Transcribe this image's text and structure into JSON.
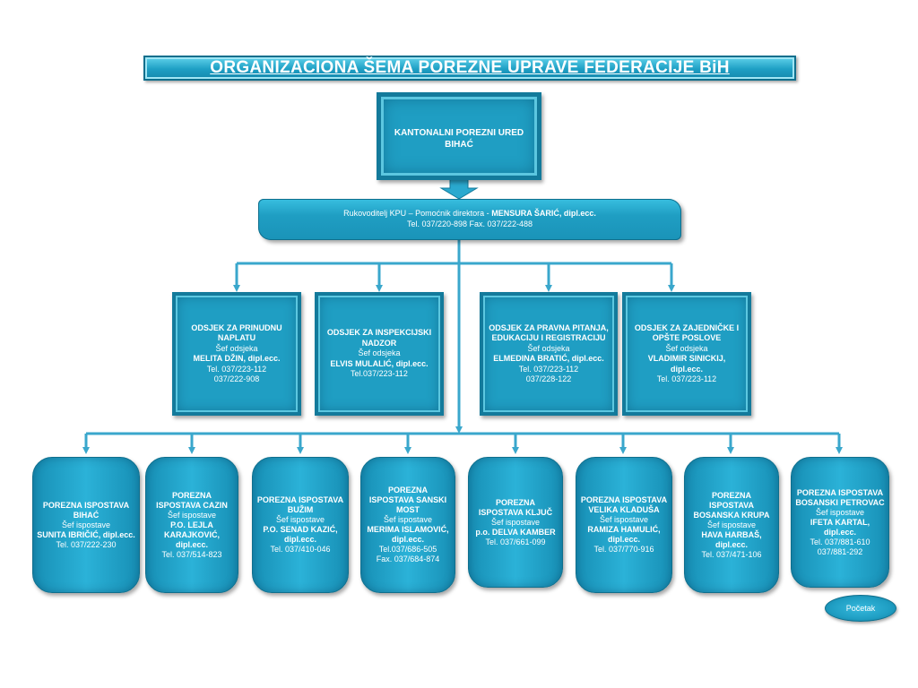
{
  "title": "ORGANIZACIONA  ŠEMA  POREZNE  UPRAVE  FEDERACIJE  BiH",
  "top_office": "KANTONALNI POREZNI URED BIHAĆ",
  "manager": {
    "role": "Rukovoditelj KPU – Pomoćnik direktora -",
    "name": "MENSURA ŠARIĆ, dipl.ecc.",
    "contact": "Tel. 037/220-898    Fax. 037/222-488"
  },
  "departments": [
    {
      "title": "ODSJEK ZA PRINUDNU NAPLATU",
      "role": "Šef odsjeka",
      "name": "MELITA DŽIN, dipl.ecc.",
      "lines": [
        "Tel. 037/223-112",
        "037/222-908"
      ]
    },
    {
      "title": "ODSJEK ZA INSPEKCIJSKI NADZOR",
      "role": "Šef odsjeka",
      "name": "ELVIS MULALIĆ, dipl.ecc.",
      "lines": [
        "Tel.037/223-112"
      ]
    },
    {
      "title": "ODSJEK ZA  PRAVNA PITANJA, EDUKACIJU I REGISTRACIJU",
      "role": "Šef odsjeka",
      "name": "ELMEDINA BRATIĆ, dipl.ecc.",
      "lines": [
        "Tel. 037/223-112",
        "037/228-122"
      ]
    },
    {
      "title": "ODSJEK ZA ZAJEDNIČKE I OPŠTE POSLOVE",
      "role": "Šef odsjeka",
      "name": "VLADIMIR SINICKIJ, dipl.ecc.",
      "lines": [
        "Tel. 037/223-112"
      ]
    }
  ],
  "offices": [
    {
      "title": "POREZNA ISPOSTAVA BIHAĆ",
      "role": "Šef ispostave",
      "name": "SUNITA IBRIČIĆ, dipl.ecc.",
      "lines": [
        "Tel. 037/222-230"
      ]
    },
    {
      "title": "POREZNA ISPOSTAVA CAZIN",
      "role": "Šef ispostave",
      "name": "P.O. LEJLA KARAJKOVIĆ, dipl.ecc.",
      "lines": [
        "Tel. 037/514-823"
      ]
    },
    {
      "title": "POREZNA ISPOSTAVA BUŽIM",
      "role": "Šef ispostave",
      "name": "P.O. SENAD KAZIĆ, dipl.ecc.",
      "lines": [
        "Tel. 037/410-046"
      ]
    },
    {
      "title": "POREZNA ISPOSTAVA SANSKI MOST",
      "role": "Šef ispostave",
      "name": "MERIMA ISLAMOVIĆ, dipl.ecc.",
      "lines": [
        "Tel.037/686-505",
        "Fax. 037/684-874"
      ]
    },
    {
      "title": "POREZNA ISPOSTAVA KLJUČ",
      "role": "Šef ispostave",
      "name": "p.o. DELVA KAMBER",
      "lines": [
        "Tel. 037/661-099"
      ]
    },
    {
      "title": "POREZNA ISPOSTAVA VELIKA KLADUŠA",
      "role": "Šef ispostave",
      "name": "RAMIZA HAMULIĆ, dipl.ecc.",
      "lines": [
        "Tel. 037/770-916"
      ]
    },
    {
      "title": "POREZNA ISPOSTAVA BOSANSKA KRUPA",
      "role": "Šef ispostave",
      "name": "HAVA HARBAŠ, dipl.ecc.",
      "lines": [
        "Tel. 037/471-106"
      ]
    },
    {
      "title": "POREZNA ISPOSTAVA BOSANSKI PETROVAC",
      "role": "Šef ispostave",
      "name": "IFETA KARTAL, dipl.ecc.",
      "lines": [
        "Tel. 037/881-610",
        "037/881-292"
      ]
    }
  ],
  "nav": {
    "home_label": "Početak"
  },
  "colors": {
    "box_fill": "#1f9ec3",
    "box_border": "#137a9b",
    "connector": "#3aa7cc",
    "text": "#ffffff"
  }
}
